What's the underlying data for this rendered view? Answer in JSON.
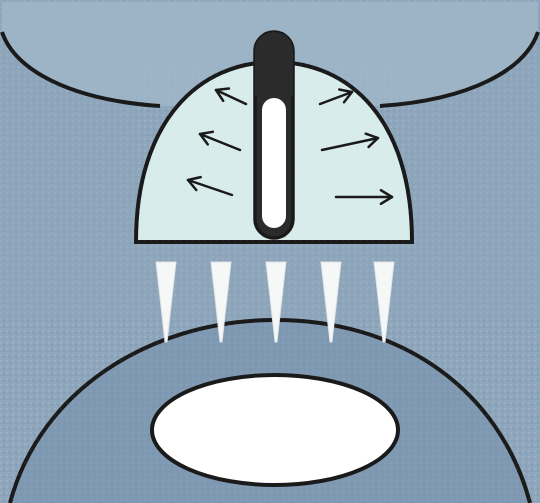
{
  "diagram": {
    "colors": {
      "background": "#8ea6bb",
      "background_dark": "#7e97ad",
      "upper_bulb": "#9db4c7",
      "dome": "#d9ecec",
      "lower_bulb": "#7f99b2",
      "outline": "#1a1a1a",
      "tube_cap": "#2b2b2b",
      "tube_fill": "#ffffff",
      "jets": "#f6f7f7",
      "ellipse": "#ffffff"
    },
    "arrows": {
      "count": 6,
      "direction_left": "outward-left",
      "direction_right": "outward-right"
    },
    "jets": {
      "count": 5,
      "direction": "downward"
    },
    "icons": [
      "arrow-left-icon",
      "arrow-right-icon",
      "jet-icon",
      "tube-icon"
    ]
  }
}
